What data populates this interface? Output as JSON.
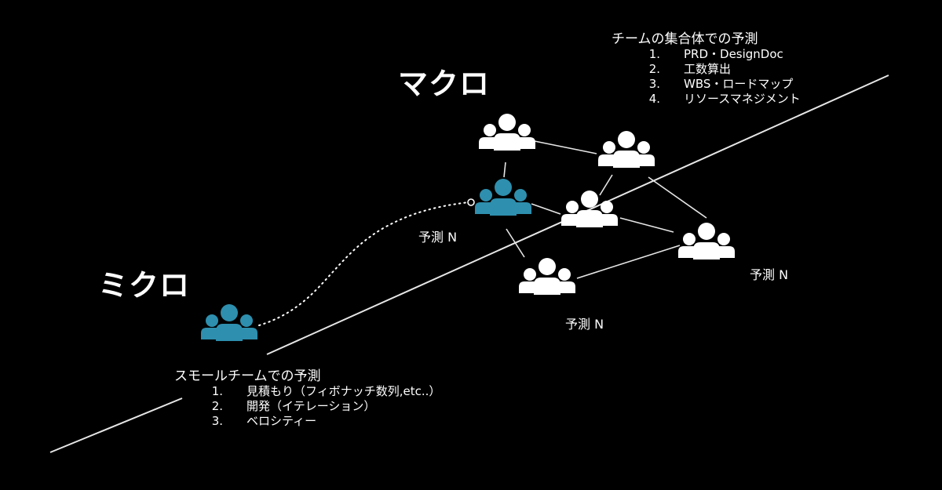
{
  "titles": {
    "micro": "ミクロ",
    "macro": "マクロ"
  },
  "macro_block": {
    "heading": "チームの集合体での予測",
    "items": [
      {
        "num": "1.",
        "text": "PRD・DesignDoc"
      },
      {
        "num": "2.",
        "text": "工数算出"
      },
      {
        "num": "3.",
        "text": "WBS・ロードマップ"
      },
      {
        "num": "4.",
        "text": "リソースマネジメント"
      }
    ]
  },
  "micro_block": {
    "heading": "スモールチームでの予測",
    "items": [
      {
        "num": "1.",
        "text": "見積もり（フィボナッチ数列,etc..）"
      },
      {
        "num": "2.",
        "text": "開発（イテレーション）"
      },
      {
        "num": "3.",
        "text": "ベロシティー"
      }
    ]
  },
  "labels": {
    "a": "予測 N",
    "b": "予測 N",
    "c": "予測 N"
  },
  "colors": {
    "background": "#000000",
    "team_white": "#ffffff",
    "team_blue": "#2e8fae",
    "line": "#e6e6e6"
  },
  "icons": {
    "team": "people-group-icon"
  }
}
